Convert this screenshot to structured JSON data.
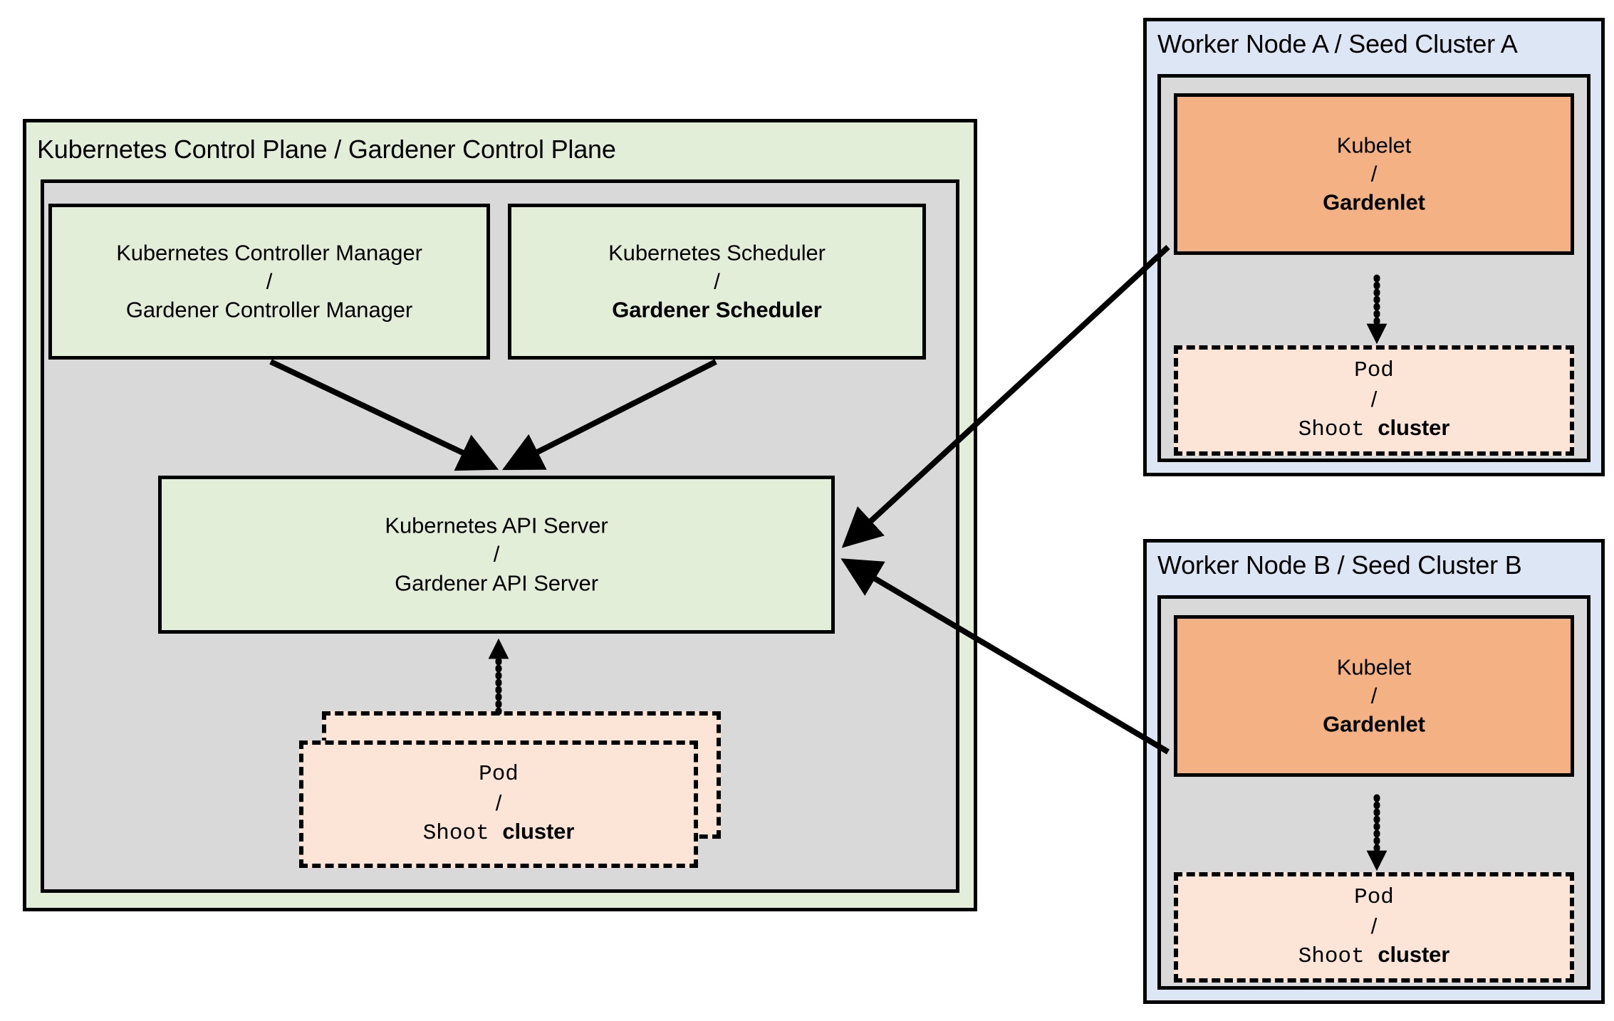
{
  "diagram": {
    "title": "Gardener architecture: Kubernetes Control Plane mapped to Gardener Control Plane with Seed Clusters",
    "colors": {
      "green_fill": "#e2eed8",
      "grey_fill": "#d9d9d9",
      "blue_fill": "#dce6f4",
      "orange_fill": "#f4b183",
      "peach_fill": "#fce4d6",
      "stroke": "#000000",
      "background": "#ffffff"
    }
  },
  "control_plane": {
    "title": "Kubernetes Control Plane / Gardener Control Plane",
    "controller_manager": {
      "line1": "Kubernetes Controller Manager",
      "separator": "/",
      "line2": "Gardener Controller Manager",
      "line2_bold": false
    },
    "scheduler": {
      "line1": "Kubernetes Scheduler",
      "separator": "/",
      "line2": "Gardener Scheduler",
      "line2_bold": true
    },
    "api_server": {
      "line1": "Kubernetes API Server",
      "separator": "/",
      "line2": "Gardener API Server",
      "line2_bold": false
    },
    "pod": {
      "line1": "Pod",
      "separator": "/",
      "line2_mono": "Shoot ",
      "line2_bold": "cluster",
      "stacked": true
    }
  },
  "worker_nodes": [
    {
      "title": "Worker Node A / Seed Cluster A",
      "kubelet": {
        "line1": "Kubelet",
        "separator": "/",
        "line2": "Gardenlet",
        "line2_bold": true
      },
      "pod": {
        "line1": "Pod",
        "separator": "/",
        "line2_mono": "Shoot ",
        "line2_bold": "cluster"
      }
    },
    {
      "title": "Worker Node B / Seed Cluster B",
      "kubelet": {
        "line1": "Kubelet",
        "separator": "/",
        "line2": "Gardenlet",
        "line2_bold": true
      },
      "pod": {
        "line1": "Pod",
        "separator": "/",
        "line2_mono": "Shoot ",
        "line2_bold": "cluster"
      }
    }
  ],
  "connections": [
    {
      "from": "controller-manager",
      "to": "api-server",
      "style": "solid",
      "arrow": "single"
    },
    {
      "from": "scheduler",
      "to": "api-server",
      "style": "solid",
      "arrow": "single"
    },
    {
      "from": "control-plane-pod",
      "to": "api-server",
      "style": "dotted",
      "arrow": "single"
    },
    {
      "from": "gardenlet-a",
      "to": "api-server",
      "style": "solid",
      "arrow": "single"
    },
    {
      "from": "gardenlet-b",
      "to": "api-server",
      "style": "solid",
      "arrow": "single"
    },
    {
      "from": "gardenlet-a",
      "to": "pod-a",
      "style": "dotted",
      "arrow": "single"
    },
    {
      "from": "gardenlet-b",
      "to": "pod-b",
      "style": "dotted",
      "arrow": "single"
    }
  ]
}
